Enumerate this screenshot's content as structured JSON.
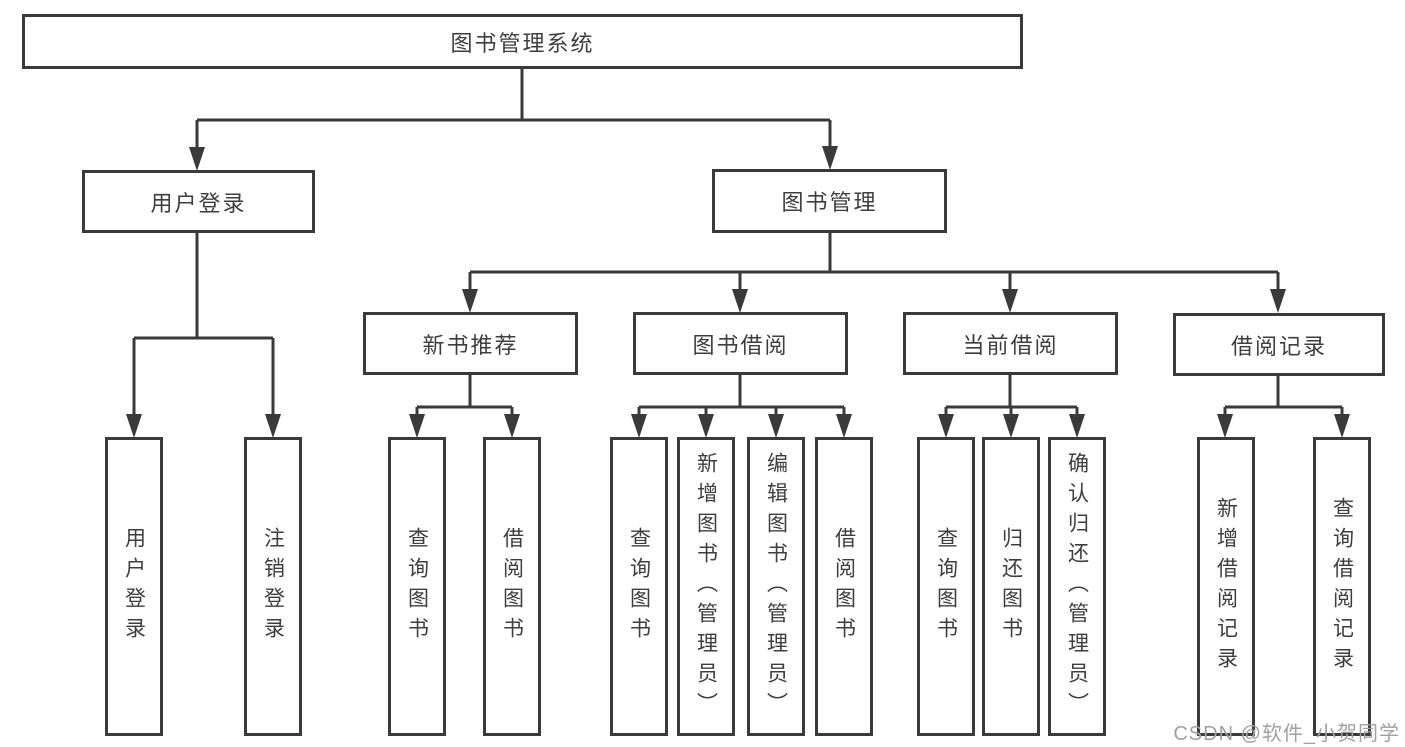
{
  "diagram": {
    "title": "图书管理系统",
    "tree": {
      "label": "图书管理系统",
      "children": [
        {
          "label": "用户登录",
          "children": [
            {
              "label": "用户登录"
            },
            {
              "label": "注销登录"
            }
          ]
        },
        {
          "label": "图书管理",
          "children": [
            {
              "label": "新书推荐",
              "children": [
                {
                  "label": "查询图书"
                },
                {
                  "label": "借阅图书"
                }
              ]
            },
            {
              "label": "图书借阅",
              "children": [
                {
                  "label": "查询图书"
                },
                {
                  "label": "新增图书（管理员）"
                },
                {
                  "label": "编辑图书（管理员）"
                },
                {
                  "label": "借阅图书"
                }
              ]
            },
            {
              "label": "当前借阅",
              "children": [
                {
                  "label": "查询图书"
                },
                {
                  "label": "归还图书"
                },
                {
                  "label": "确认归还（管理员）"
                }
              ]
            },
            {
              "label": "借阅记录",
              "children": [
                {
                  "label": "新增借阅记录"
                },
                {
                  "label": "查询借阅记录"
                }
              ]
            }
          ]
        }
      ]
    }
  },
  "watermark": "CSDN @软件_小贺同学",
  "colors": {
    "line": "#3a3a3a",
    "border": "#3a3a3a",
    "text": "#3e3e3e",
    "watermark": "#a0a0a0",
    "background": "#ffffff"
  }
}
